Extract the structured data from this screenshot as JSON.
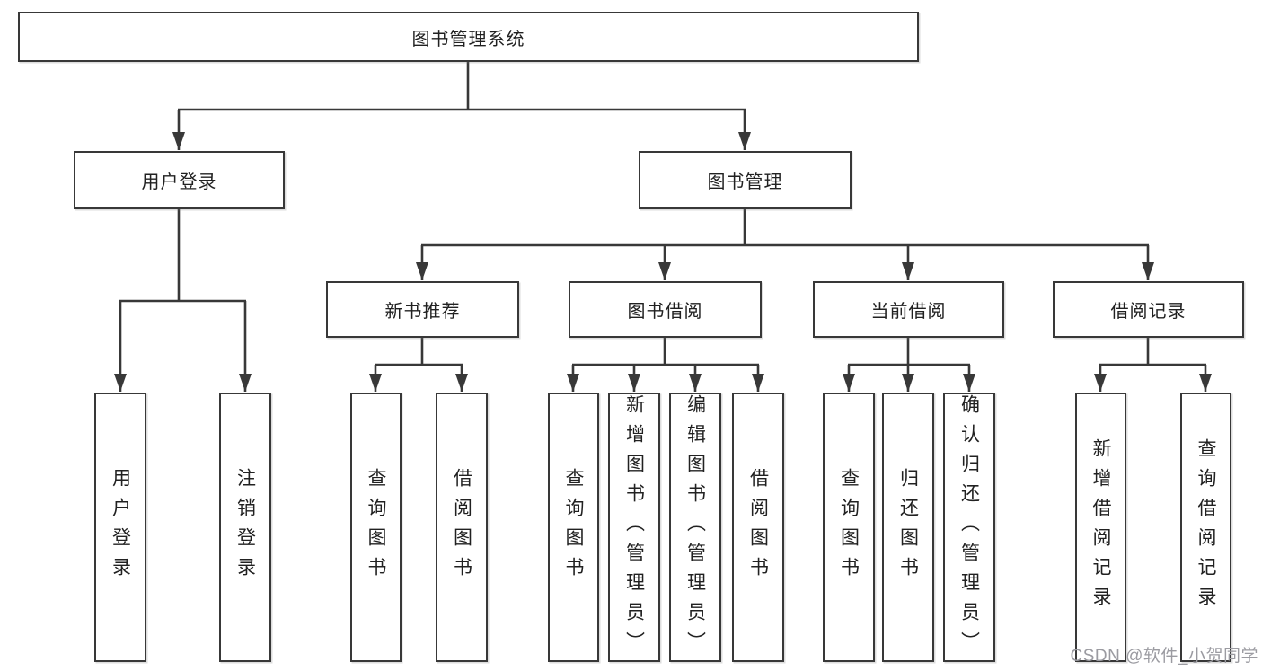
{
  "nodes": {
    "root": "图书管理系统",
    "user_login": "用户登录",
    "book_mgmt": "图书管理",
    "new_book_rec": "新书推荐",
    "book_borrow": "图书借阅",
    "current_borrow": "当前借阅",
    "borrow_record": "借阅记录",
    "leaf_user_login": "用户登录",
    "leaf_logout": "注销登录",
    "leaf_query_book_newrec": "查询图书",
    "leaf_borrow_book_newrec": "借阅图书",
    "leaf_query_book_borrow": "查询图书",
    "leaf_add_book_admin": "新增图书（管理员）",
    "leaf_edit_book_admin": "编辑图书（管理员）",
    "leaf_borrow_book_borrow": "借阅图书",
    "leaf_query_book_current": "查询图书",
    "leaf_return_book": "归还图书",
    "leaf_confirm_return_admin": "确认归还（管理员）",
    "leaf_add_borrow_record": "新增借阅记录",
    "leaf_query_borrow_record": "查询借阅记录"
  },
  "watermark": "CSDN @软件_小贺同学",
  "colors": {
    "line": "#383838",
    "text": "#212121",
    "box_fill": "#ffffff",
    "watermark": "#9b9ba1",
    "background": "#ffffff"
  }
}
